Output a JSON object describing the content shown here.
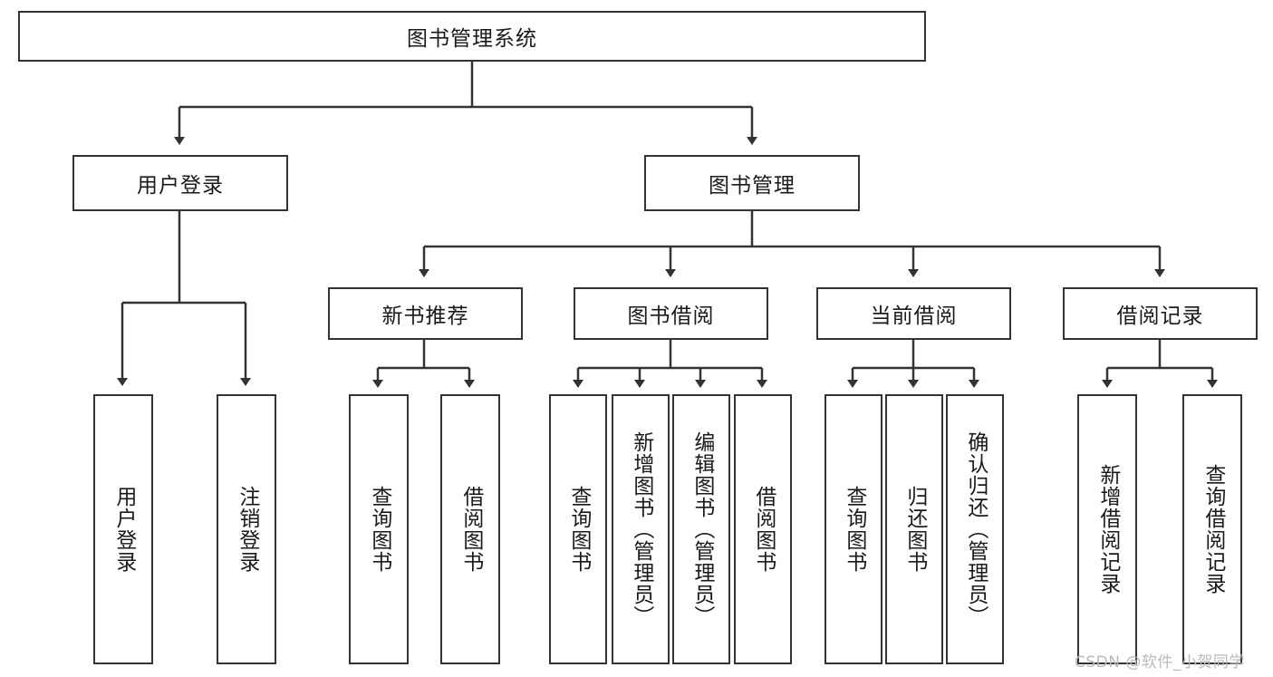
{
  "diagram": {
    "type": "tree-hierarchy",
    "title": "图书管理系统",
    "orientation": "top-down",
    "root": {
      "label": "图书管理系统",
      "level": 0
    },
    "level1": [
      {
        "label": "用户登录"
      },
      {
        "label": "图书管理"
      }
    ],
    "level2": [
      {
        "label": "新书推荐"
      },
      {
        "label": "图书借阅"
      },
      {
        "label": "当前借阅"
      },
      {
        "label": "借阅记录"
      }
    ],
    "leaves": {
      "user_login": [
        {
          "label": "用户登录"
        },
        {
          "label": "注销登录"
        }
      ],
      "new_book_recommend": [
        {
          "label": "查询图书"
        },
        {
          "label": "借阅图书"
        }
      ],
      "book_borrow": [
        {
          "label": "查询图书"
        },
        {
          "label": "新增图书（管理员）"
        },
        {
          "label": "编辑图书（管理员）"
        },
        {
          "label": "借阅图书"
        }
      ],
      "current_borrow": [
        {
          "label": "查询图书"
        },
        {
          "label": "归还图书"
        },
        {
          "label": "确认归还（管理员）"
        }
      ],
      "borrow_record": [
        {
          "label": "新增借阅记录"
        },
        {
          "label": "查询借阅记录"
        }
      ]
    },
    "watermark": "CSDN @软件_小贺同学",
    "colors": {
      "border": "#333333",
      "text": "#1a1a1a",
      "background": "#ffffff",
      "connector": "#333333",
      "watermark": "#b9b9b9"
    }
  }
}
